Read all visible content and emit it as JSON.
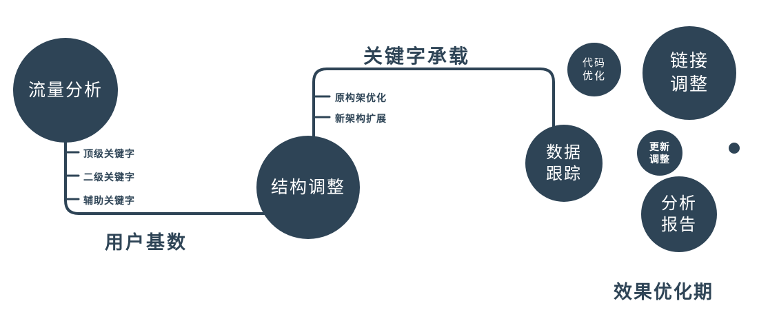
{
  "colors": {
    "node_fill": "#2E4456",
    "node_text": "#FFFFFF",
    "line": "#2E4456",
    "label_text": "#2E4456",
    "background": "#FFFFFF"
  },
  "nodes": {
    "traffic_analysis": {
      "label": "流量分析"
    },
    "structure_adjustment": {
      "label": "结构调整"
    },
    "data_tracking": {
      "label": "数据\n跟踪"
    },
    "code_optimization": {
      "label": "代码\n优化"
    },
    "link_adjustment": {
      "label": "链接\n调整"
    },
    "update_adjustment": {
      "label": "更新\n调整"
    },
    "analysis_report": {
      "label": "分析\n报告"
    }
  },
  "edge_labels": {
    "user_base": "用户基数",
    "keyword_carrying": "关键字承载"
  },
  "branches": {
    "traffic": [
      "顶级关键字",
      "二级关键字",
      "辅助关键字"
    ],
    "structure": [
      "原构架优化",
      "新架构扩展"
    ]
  },
  "footer": {
    "label": "效果优化期"
  }
}
